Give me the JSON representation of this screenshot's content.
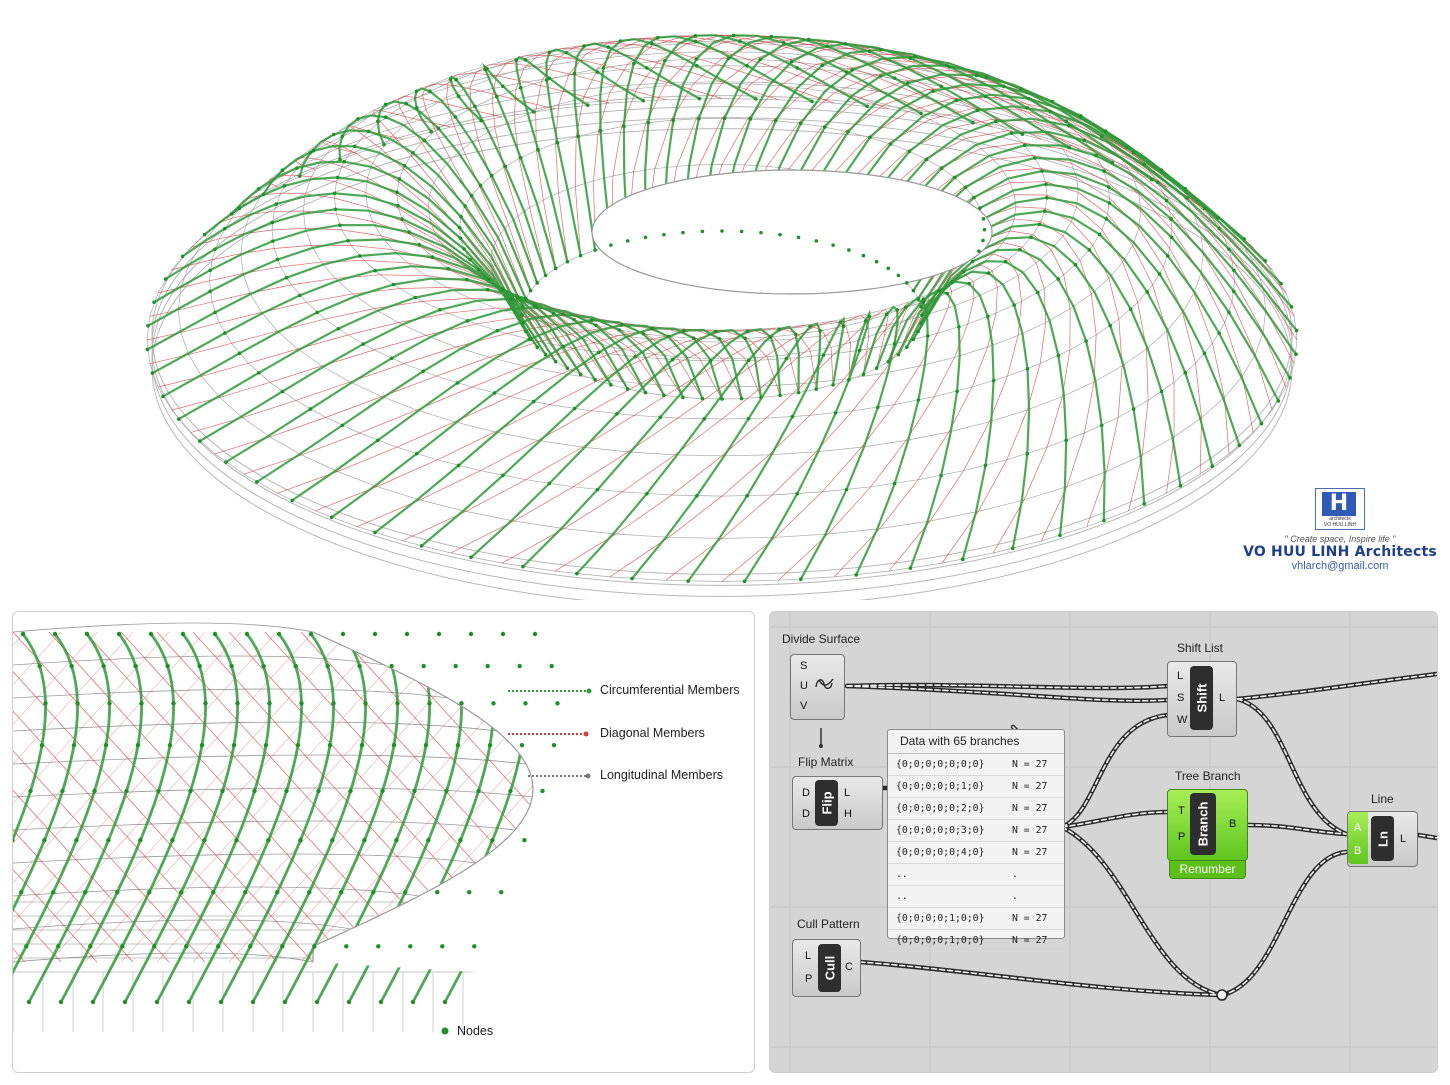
{
  "branding": {
    "logo_letter": "H",
    "logo_small_1": "architects",
    "logo_small_2": "VO HUU LINH",
    "tagline": "\" Create space, Inspire life \"",
    "firm": "VO HUU LINH Architects",
    "email": "vhlarch@gmail.com"
  },
  "legend": {
    "circumferential": "Circumferential Members",
    "diagonal": "Diagonal Members",
    "longitudinal": "Longitudinal Members",
    "nodes": "Nodes"
  },
  "grasshopper": {
    "divide_surface": {
      "title": "Divide Surface",
      "inputs": [
        "S",
        "U",
        "V"
      ]
    },
    "flip_matrix": {
      "title": "Flip Matrix",
      "inputs": [
        "D",
        "D"
      ],
      "outputs": [
        "L",
        "H"
      ],
      "caption": "Flip"
    },
    "cull_pattern": {
      "title": "Cull Pattern",
      "inputs": [
        "L",
        "P"
      ],
      "outputs": [
        "C"
      ],
      "caption": "Cull"
    },
    "shift_list": {
      "title": "Shift List",
      "inputs": [
        "L",
        "S",
        "W"
      ],
      "outputs": [
        "L"
      ],
      "caption": "Shift"
    },
    "tree_branch": {
      "title": "Tree Branch",
      "inputs": [
        "T",
        "P"
      ],
      "outputs": [
        "B"
      ],
      "caption": "Branch",
      "footer": "Renumber"
    },
    "line": {
      "title": "Line",
      "inputs": [
        "A",
        "B"
      ],
      "outputs": [
        "L"
      ],
      "caption": "Ln"
    },
    "data_panel": {
      "header": "Data with 65 branches",
      "rows": [
        {
          "path": "{0;0;0;0;0;0;0}",
          "count": "N = 27"
        },
        {
          "path": "{0;0;0;0;0;1;0}",
          "count": "N = 27"
        },
        {
          "path": "{0;0;0;0;0;2;0}",
          "count": "N = 27"
        },
        {
          "path": "{0;0;0;0;0;3;0}",
          "count": "N = 27"
        },
        {
          "path": "{0;0;0;0;0;4;0}",
          "count": "N = 27"
        },
        {
          "path": "..",
          "count": "."
        },
        {
          "path": "..",
          "count": "."
        },
        {
          "path": "{0;0;0;0;1;0;0}",
          "count": "N = 27"
        },
        {
          "path": "{0;0;0;0;1;0;0}",
          "count": "N = 27"
        }
      ]
    }
  },
  "colors": {
    "circumferential": "#2e9a3a",
    "diagonal": "#d93a3a",
    "longitudinal": "#777777",
    "node": "#1f8f2a",
    "grasshopper_bg": "#d5d5d6",
    "branch_green": "#6fd12a"
  }
}
